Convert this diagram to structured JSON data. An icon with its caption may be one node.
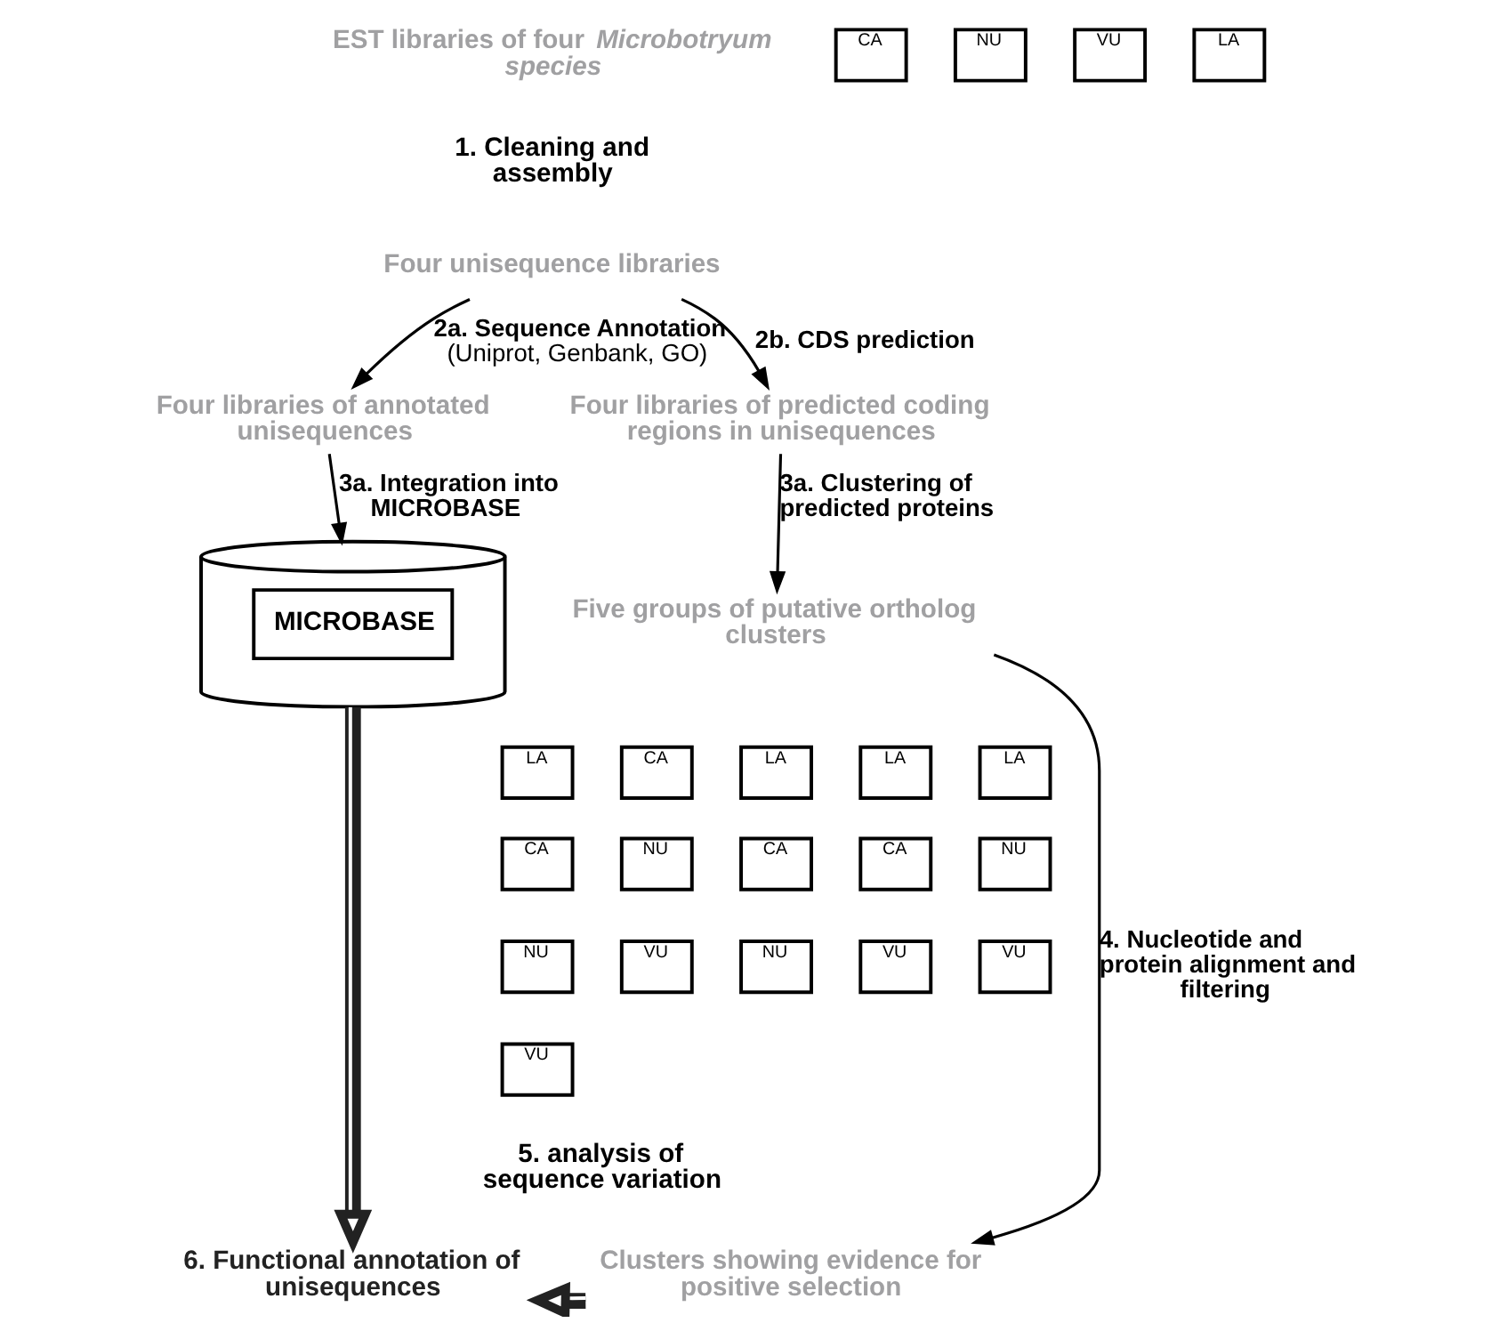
{
  "diagram": {
    "nodes": [
      {
        "text": [
          "EST libraries of four *Microbotryum species*"
        ]
      },
      {
        "text": [
          "CA"
        ]
      },
      {
        "text": [
          "NU"
        ]
      },
      {
        "text": [
          "VU"
        ]
      },
      {
        "text": [
          "LA"
        ]
      },
      {
        "text": [
          "Four unisequence libraries"
        ]
      },
      {
        "text": [
          "Four libraries of annotated unisequences"
        ]
      },
      {
        "text": [
          "Four libraries of predicted coding regions in unisequences"
        ]
      },
      {
        "text": [
          "MICROBASE"
        ]
      },
      {
        "text": [
          "Five groups of putative ortholog clusters"
        ]
      },
      {
        "text": [
          "LA"
        ]
      },
      {
        "text": [
          "CA"
        ]
      },
      {
        "text": [
          "NU"
        ]
      },
      {
        "text": [
          "VU"
        ]
      },
      {
        "text": [
          "CA"
        ]
      },
      {
        "text": [
          "NU"
        ]
      },
      {
        "text": [
          "VU"
        ]
      },
      {
        "text": [
          "LA"
        ]
      },
      {
        "text": [
          "CA"
        ]
      },
      {
        "text": [
          "NU"
        ]
      },
      {
        "text": [
          "LA"
        ]
      },
      {
        "text": [
          "CA"
        ]
      },
      {
        "text": [
          "VU"
        ]
      },
      {
        "text": [
          "LA"
        ]
      },
      {
        "text": [
          "NU"
        ]
      },
      {
        "text": [
          "VU"
        ]
      },
      {
        "text": [
          "Clusters showing evidence for positive selection"
        ]
      },
      {
        "text": [
          "6. Functional annotation of unisequences"
        ]
      }
    ],
    "edges": [
      {
        "from": 5,
        "to": 6,
        "arrow": "to",
        "label": "**2a. Sequence Annotation** (Uniprot, Genbank, GO)"
      },
      {
        "from": 5,
        "to": 7,
        "arrow": "to",
        "label": "2b. CDS prediction"
      },
      {
        "from": 6,
        "to": 8,
        "arrow": "to",
        "label": "3a. Integration into MICROBASE"
      },
      {
        "from": 7,
        "to": 9,
        "arrow": "to",
        "label": "3a. Clustering of predicted proteins"
      },
      {
        "from": 9,
        "to": 26,
        "arrow": "to",
        "label": "4. Nucleotide and protein alignment and filtering"
      },
      {
        "from": 8,
        "to": 27,
        "arrow": "to",
        "style": "thick"
      },
      {
        "from": 26,
        "to": 27,
        "arrow": "to",
        "style": "thick"
      }
    ],
    "labels": [
      "1. Cleaning and assembly",
      "5. analysis of sequence variation"
    ]
  }
}
